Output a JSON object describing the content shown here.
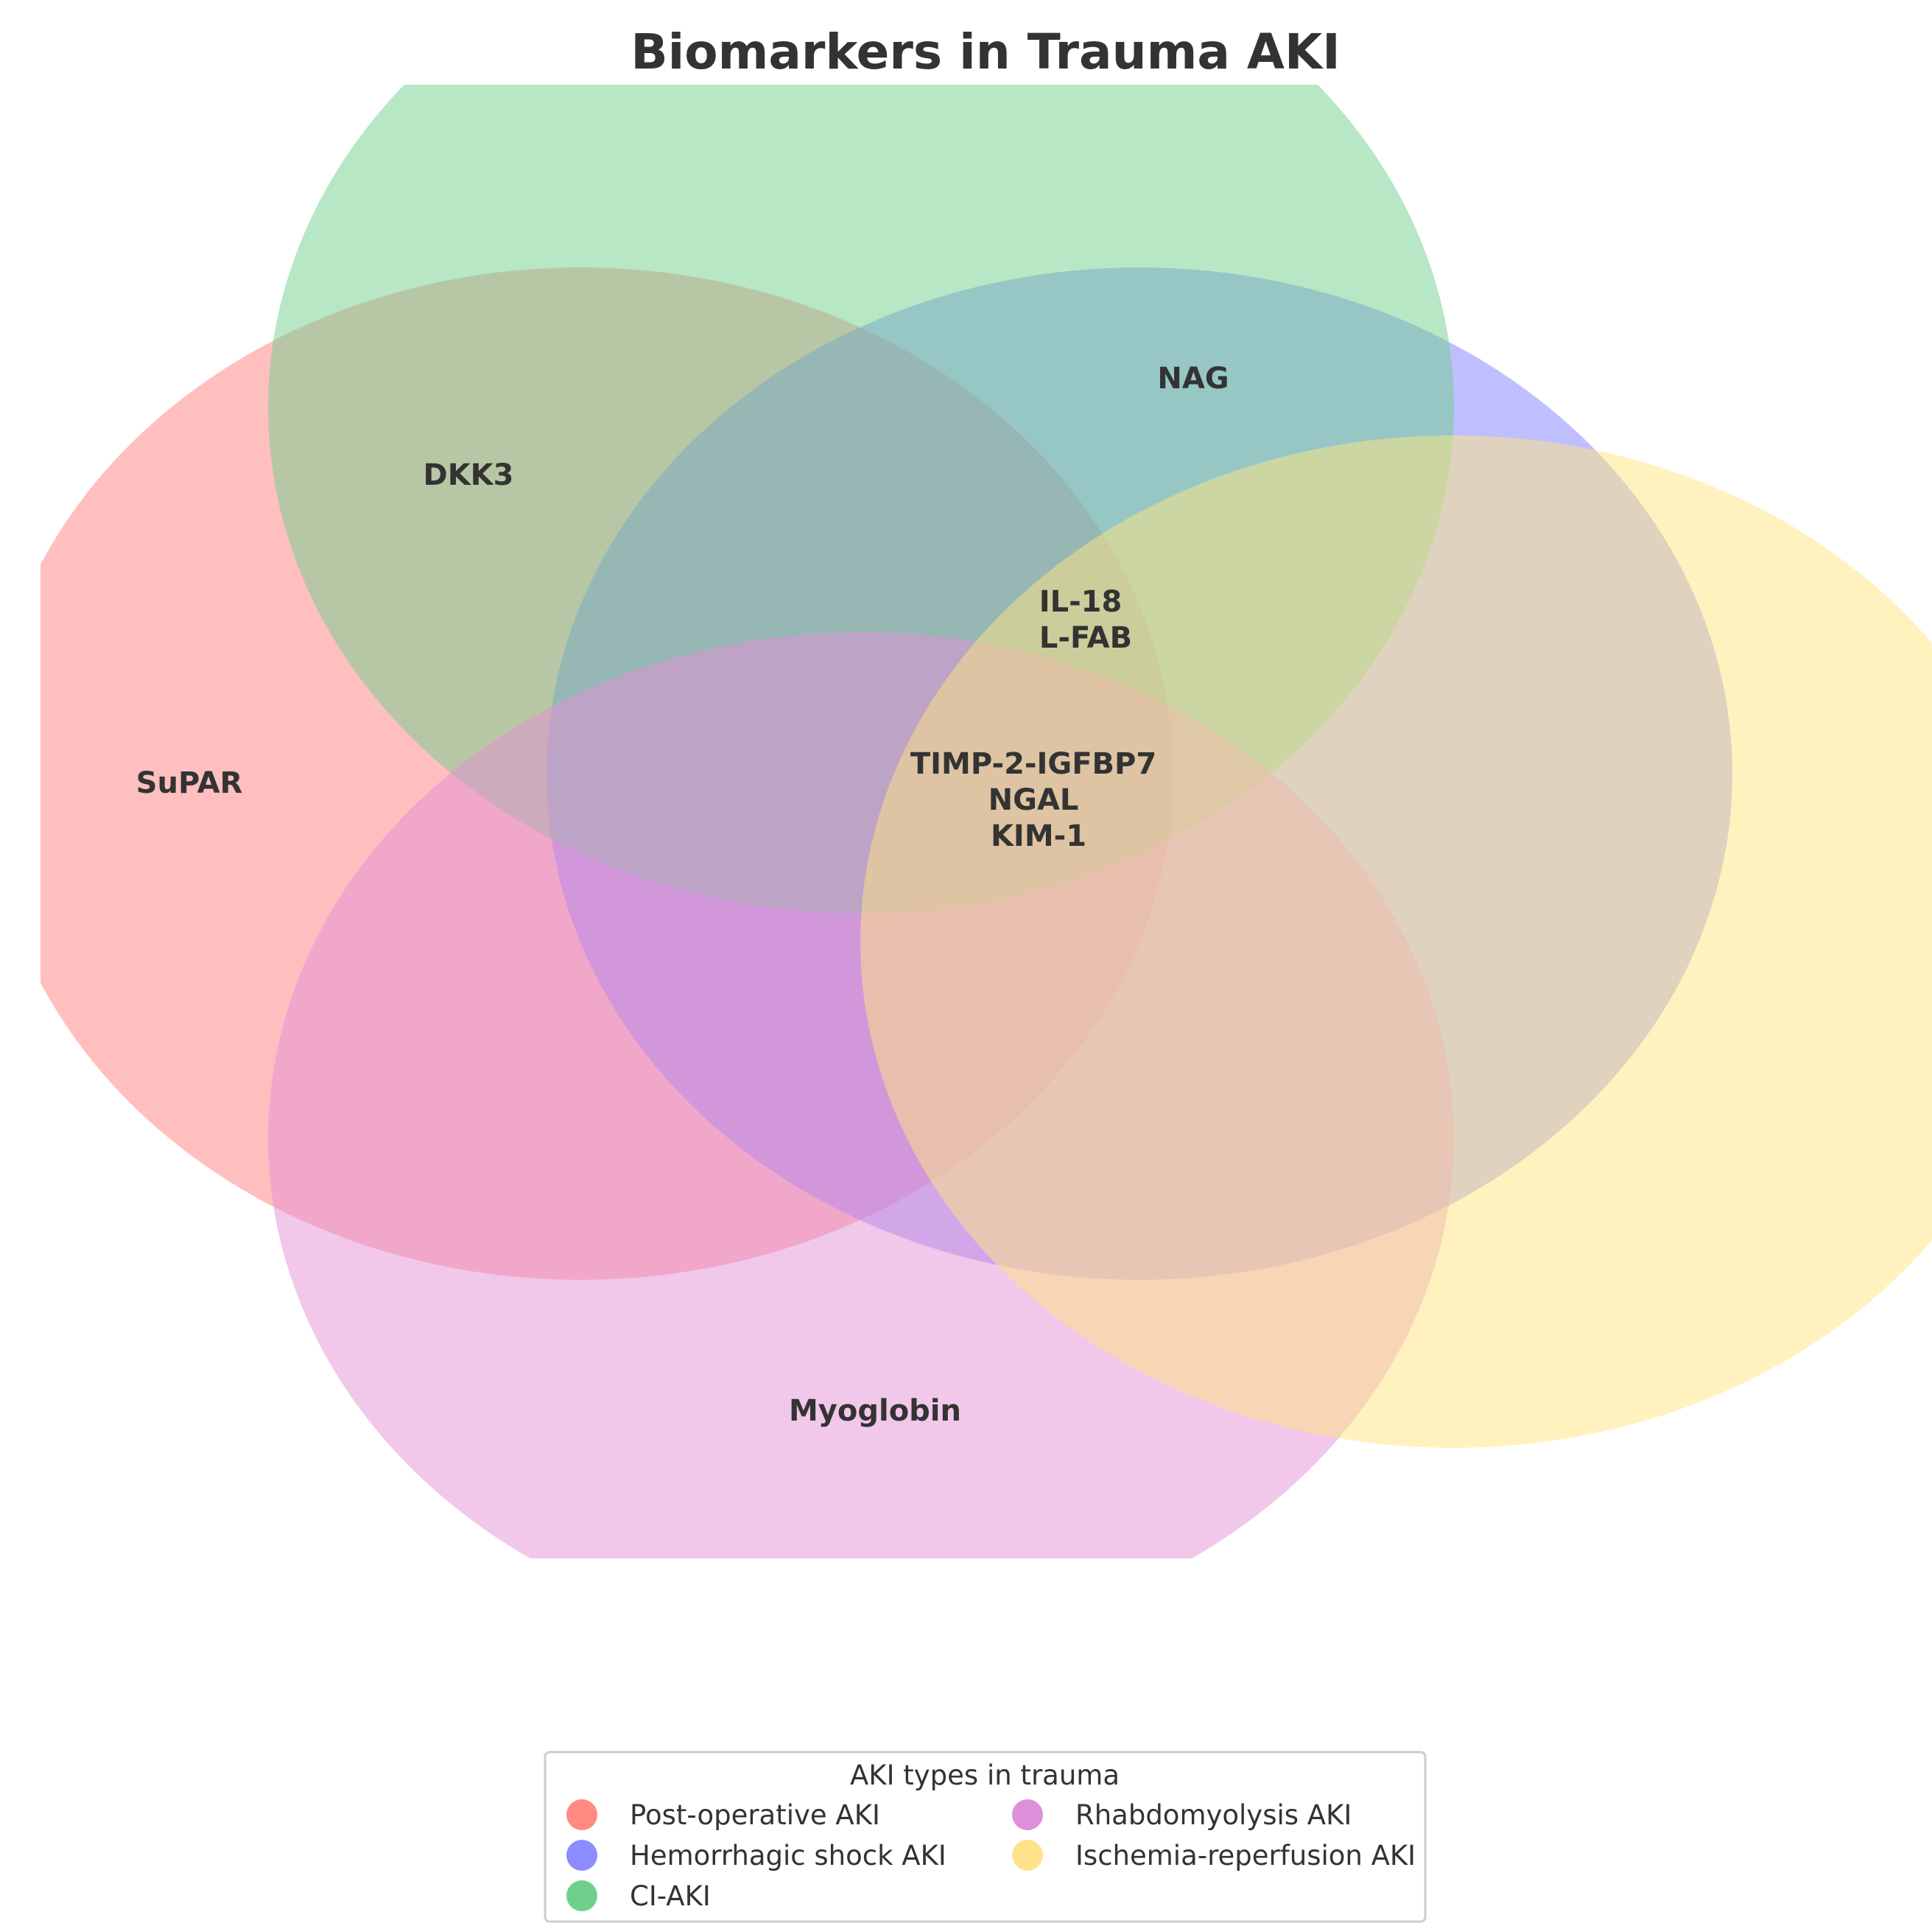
{
  "title": "Biomarkers in Trauma AKI",
  "sets": [
    {
      "name": "Post-operative AKI",
      "color": "#ff7f7f",
      "legend_color": "#ff8a80",
      "opacity": 0.5
    },
    {
      "name": "Hemorrhagic shock AKI",
      "color": "#7f7fff",
      "legend_color": "#8a8cff",
      "opacity": 0.5
    },
    {
      "name": "CI-AKI",
      "color": "#6fd08c",
      "legend_color": "#6fd08c",
      "opacity": 0.5
    },
    {
      "name": "Rhabdomyolysis AKI",
      "color": "#e48fd6",
      "legend_color": "#dd8fd9",
      "opacity": 0.5
    },
    {
      "name": "Ischemia-reperfusion AKI",
      "color": "#ffe680",
      "legend_color": "#ffe38c",
      "opacity": 0.5
    }
  ],
  "regions": [
    {
      "lines": [
        "SuPAR"
      ]
    },
    {
      "lines": [
        "DKK3"
      ]
    },
    {
      "lines": [
        "NAG"
      ]
    },
    {
      "lines": [
        "IL-18",
        "L-FAB"
      ]
    },
    {
      "lines": [
        "TIMP-2-IGFBP7",
        "NGAL",
        "KIM-1"
      ]
    },
    {
      "lines": [
        "Myoglobin"
      ]
    }
  ],
  "legend": {
    "title": "AKI types in trauma",
    "items": [
      "Post-operative AKI",
      "Hemorrhagic shock AKI",
      "CI-AKI",
      "Rhabdomyolysis AKI",
      "Ischemia-reperfusion AKI"
    ]
  }
}
